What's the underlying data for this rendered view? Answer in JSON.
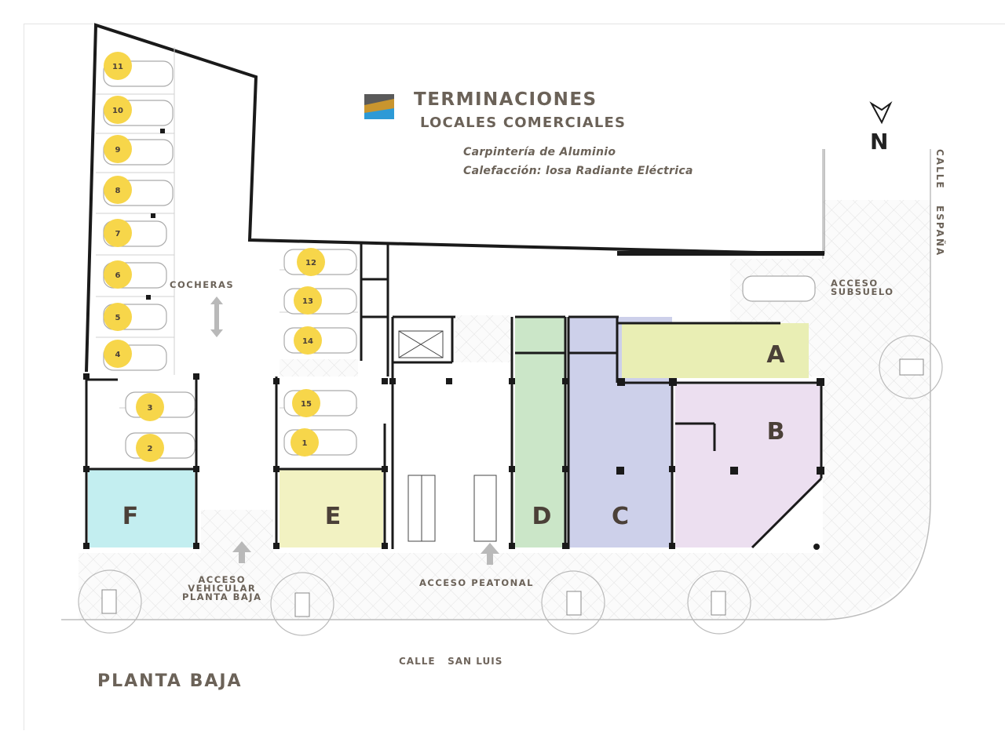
{
  "header": {
    "title": "TERMINACIONES",
    "subtitle": "LOCALES COMERCIALES",
    "notes": [
      "Carpintería de Aluminio",
      "Calefacción: losa Radiante Eléctrica"
    ]
  },
  "compass": {
    "label": "N"
  },
  "streets": {
    "east": [
      "CALLE",
      "ESPAÑA"
    ],
    "south": "CALLE   SAN LUIS"
  },
  "labels": {
    "parking": "COCHERAS",
    "basement_access": [
      "ACCESO",
      "SUBSUELO"
    ],
    "vehicle_access": [
      "ACCESO",
      "VEHICULAR",
      "PLANTA BAJA"
    ],
    "pedestrian_access": "ACCESO PEATONAL"
  },
  "plan_title": "PLANTA BAJA",
  "units": [
    {
      "id": "A",
      "color": "#e9eeb4"
    },
    {
      "id": "B",
      "color": "#ecdff0"
    },
    {
      "id": "C",
      "color": "#cdd0ea"
    },
    {
      "id": "D",
      "color": "#cbe6c8"
    },
    {
      "id": "E",
      "color": "#f2f2c2"
    },
    {
      "id": "F",
      "color": "#c3eef0"
    }
  ],
  "parking_spots": [
    "11",
    "10",
    "9",
    "8",
    "7",
    "6",
    "5",
    "4",
    "3",
    "2",
    "12",
    "13",
    "14",
    "15",
    "1"
  ],
  "colors": {
    "spot_badge": "#f7d64a",
    "wall": "#1a1a1a",
    "text": "#6b6258"
  }
}
